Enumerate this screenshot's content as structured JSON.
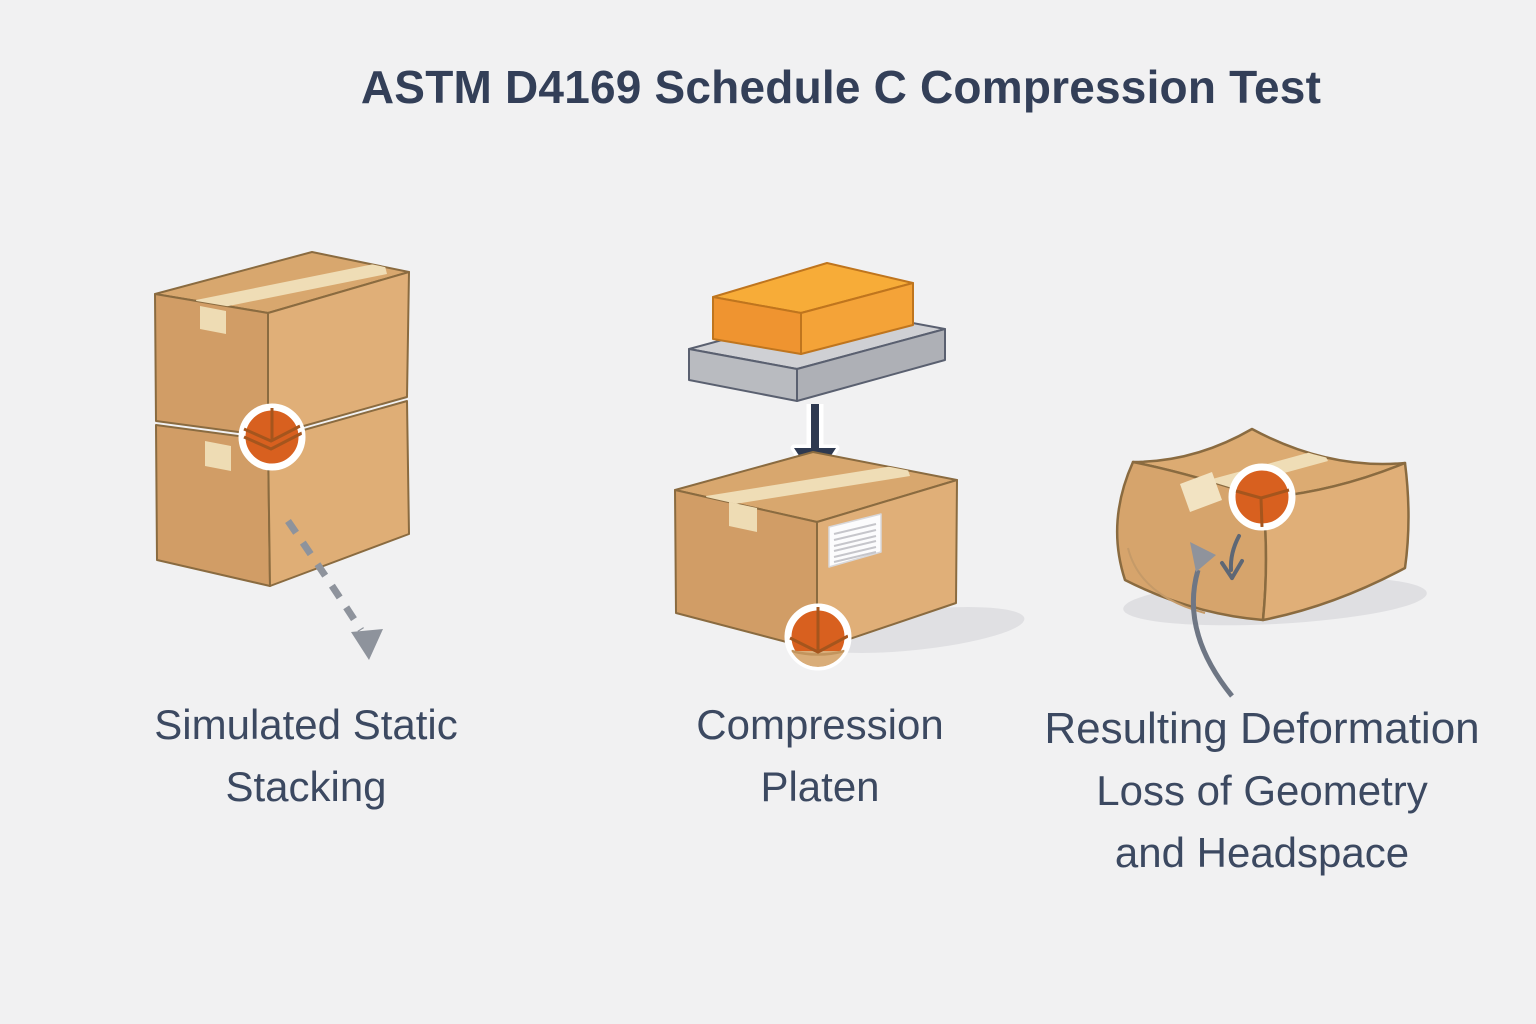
{
  "title": "ASTM D4169 Schedule C Compression Test",
  "captions": {
    "left": {
      "line1": "Simulated Static",
      "line2": "Stacking"
    },
    "middle": {
      "line1": "Compression",
      "line2": "Platen"
    },
    "right": {
      "line1": "Resulting Deformation",
      "line2": "Loss of Geometry",
      "line3": "and Headspace"
    }
  },
  "palette": {
    "background": "#f1f1f2",
    "heading_text": "#333f58",
    "caption_text": "#3c4961",
    "cardboard_light": "#e0af78",
    "cardboard_mid": "#d8a76e",
    "cardboard_shaded": "#d19d66",
    "cardboard_outline": "#8a6b40",
    "tape": "#efddb6",
    "highlight_orange": "#d8601f",
    "highlight_ring": "#ffffff",
    "weight_orange_top": "#f7ac38",
    "weight_orange_side": "#ef9430",
    "platen_gray_top": "#cfd0d4",
    "platen_gray_side": "#b4b6bc",
    "arrow_navy": "#2e3950",
    "arrow_gray": "#8e939c",
    "shadow": "#e0e0e3"
  }
}
